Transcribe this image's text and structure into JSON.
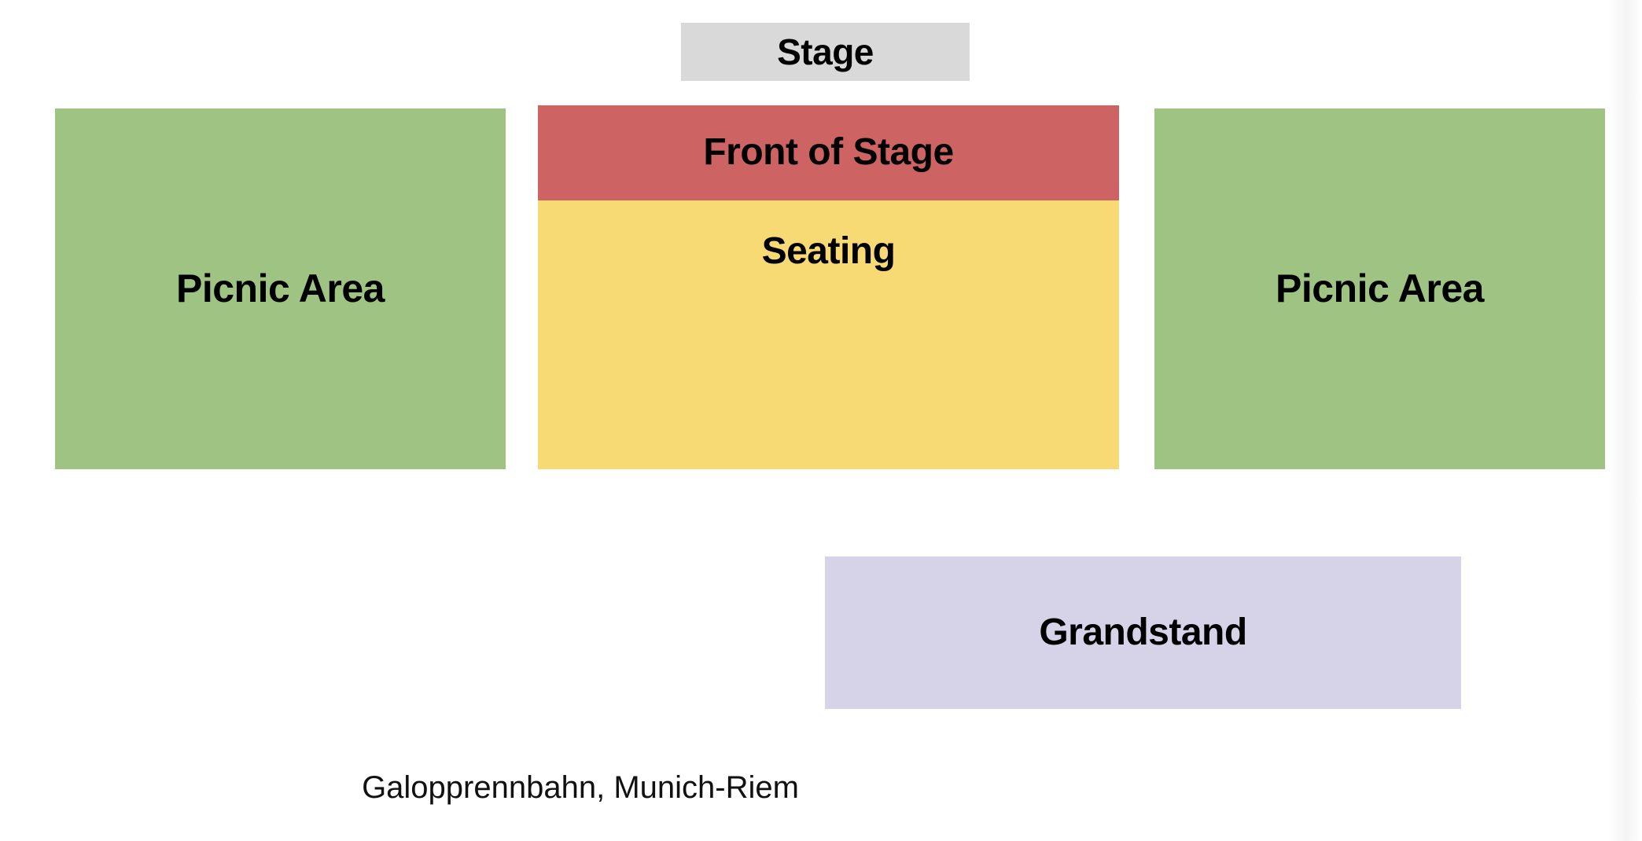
{
  "venue": {
    "caption": "Galopprennbahn, Munich-Riem",
    "colors": {
      "stage": "#d9d9d9",
      "picnic": "#9fc382",
      "front_of_stage": "#cd6363",
      "seating": "#f7da73",
      "grandstand": "#d6d2e8",
      "background": "#ffffff",
      "label_text": "#000000"
    },
    "zones": [
      {
        "id": "stage",
        "label": "Stage",
        "color": "#d9d9d9"
      },
      {
        "id": "picnic-area-left",
        "label": "Picnic Area",
        "color": "#9fc382"
      },
      {
        "id": "front-of-stage",
        "label": "Front of Stage",
        "color": "#cd6363"
      },
      {
        "id": "seating",
        "label": "Seating",
        "color": "#f7da73"
      },
      {
        "id": "picnic-area-right",
        "label": "Picnic Area",
        "color": "#9fc382"
      },
      {
        "id": "grandstand",
        "label": "Grandstand",
        "color": "#d6d2e8"
      }
    ]
  }
}
